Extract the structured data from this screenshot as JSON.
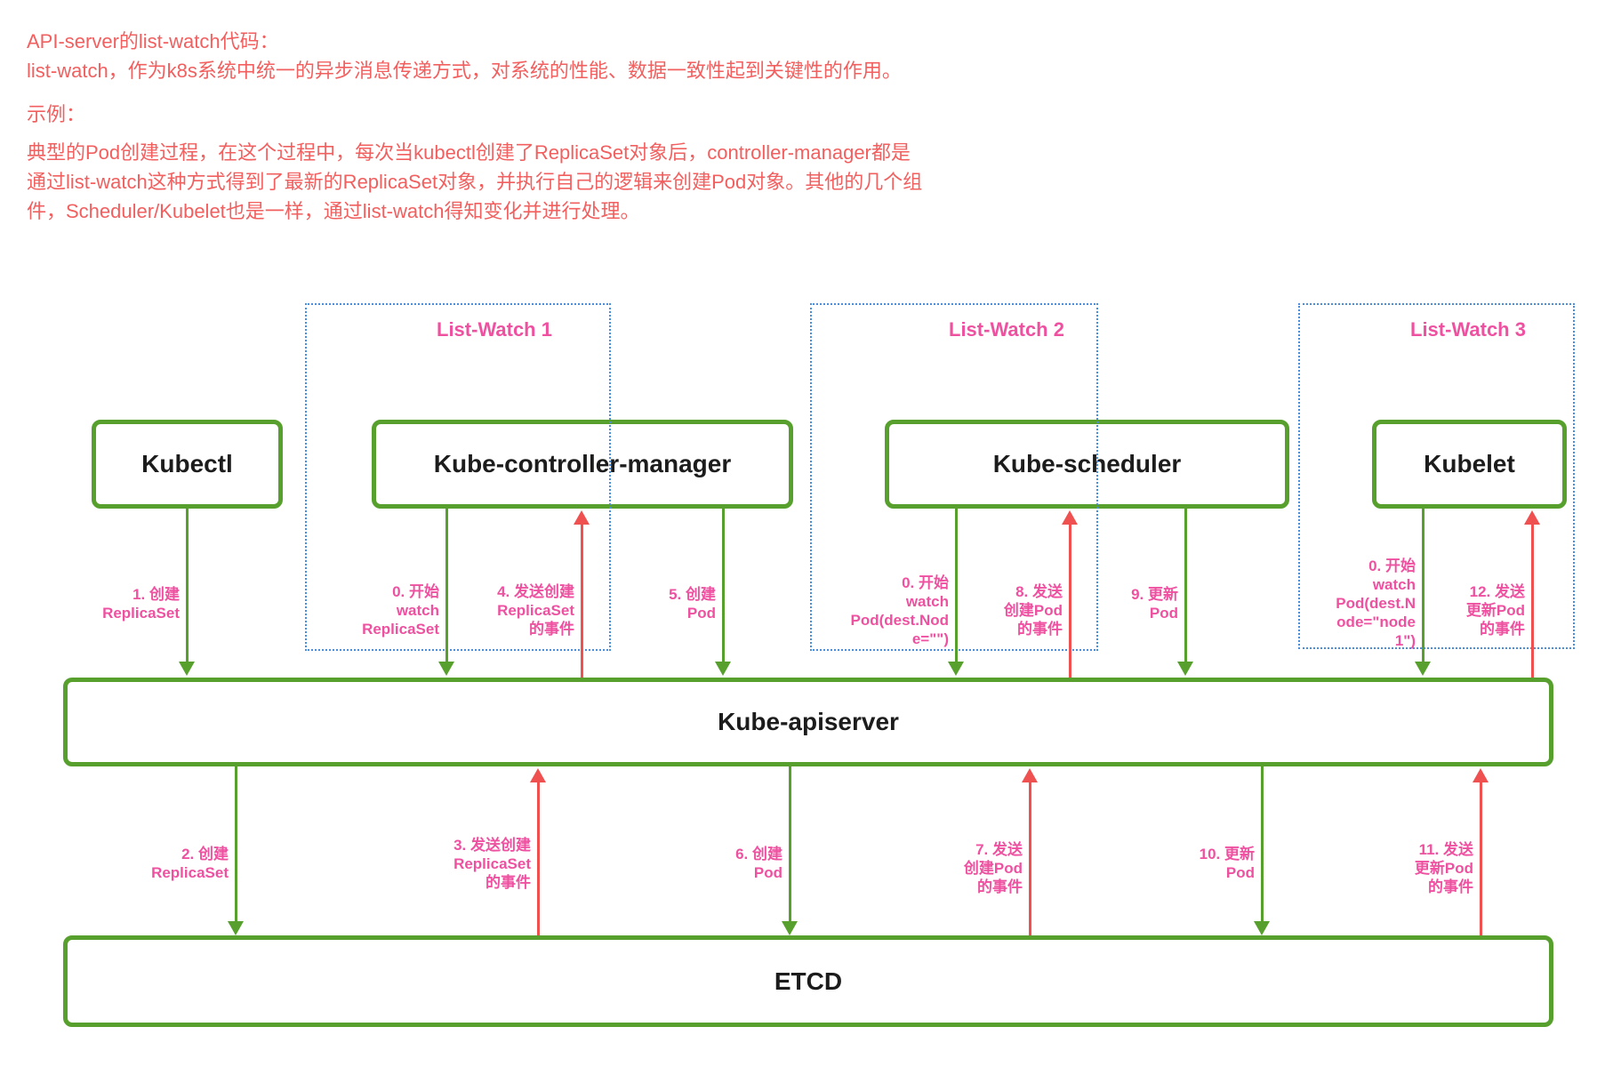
{
  "header": {
    "line1": "API-server的list-watch代码：",
    "line2": "list-watch，作为k8s系统中统一的异步消息传递方式，对系统的性能、数据一致性起到关键性的作用。",
    "line3": "示例：",
    "line4": "典型的Pod创建过程，在这个过程中，每次当kubectl创建了ReplicaSet对象后，controller-manager都是",
    "line5": "通过list-watch这种方式得到了最新的ReplicaSet对象，并执行自己的逻辑来创建Pod对象。其他的几个组",
    "line6": "件，Scheduler/Kubelet也是一样，通过list-watch得知变化并进行处理。"
  },
  "watch_groups": {
    "g1": "List-Watch 1",
    "g2": "List-Watch 2",
    "g3": "List-Watch 3"
  },
  "components": {
    "kubectl": "Kubectl",
    "controller_manager": "Kube-controller-manager",
    "scheduler": "Kube-scheduler",
    "kubelet": "Kubelet",
    "apiserver": "Kube-apiserver",
    "etcd": "ETCD"
  },
  "arrows": {
    "a1": {
      "text": "1. 创建\nReplicaSet",
      "direction": "down",
      "color": "#57a02d"
    },
    "a0cm": {
      "text": "0. 开始\nwatch\nReplicaSet",
      "direction": "down",
      "color": "#57a02d"
    },
    "a4": {
      "text": "4. 发送创建\nReplicaSet\n的事件",
      "direction": "up",
      "color": "#ef5150"
    },
    "a5": {
      "text": "5. 创建\nPod",
      "direction": "down",
      "color": "#57a02d"
    },
    "a0s": {
      "text": "0. 开始\nwatch\nPod(dest.Nod\ne=\"\")",
      "direction": "down",
      "color": "#57a02d"
    },
    "a8": {
      "text": "8. 发送\n创建Pod\n的事件",
      "direction": "up",
      "color": "#ef5150"
    },
    "a9": {
      "text": "9. 更新\nPod",
      "direction": "down",
      "color": "#57a02d"
    },
    "a0k": {
      "text": "0. 开始\nwatch\nPod(dest.N\node=\"node\n1\")",
      "direction": "down",
      "color": "#57a02d"
    },
    "a12": {
      "text": "12. 发送\n更新Pod\n的事件",
      "direction": "up",
      "color": "#ef5150"
    },
    "a2": {
      "text": "2. 创建\nReplicaSet",
      "direction": "down",
      "color": "#57a02d"
    },
    "a3": {
      "text": "3. 发送创建\nReplicaSet\n的事件",
      "direction": "up",
      "color": "#ef5150"
    },
    "a6": {
      "text": "6. 创建\nPod",
      "direction": "down",
      "color": "#57a02d"
    },
    "a7": {
      "text": "7. 发送\n创建Pod\n的事件",
      "direction": "up",
      "color": "#ef5150"
    },
    "a10": {
      "text": "10. 更新\nPod",
      "direction": "down",
      "color": "#57a02d"
    },
    "a11": {
      "text": "11. 发送\n更新Pod\n的事件",
      "direction": "up",
      "color": "#ef5150"
    }
  },
  "colors": {
    "box_border_green": "#57a02d",
    "arrow_red": "#ef5150",
    "label_pink": "#ee51a0",
    "dotted_blue": "#4b8fdc",
    "header_text_red": "#f25f5f",
    "component_text": "#1c1c1c",
    "background": "#ffffff"
  }
}
